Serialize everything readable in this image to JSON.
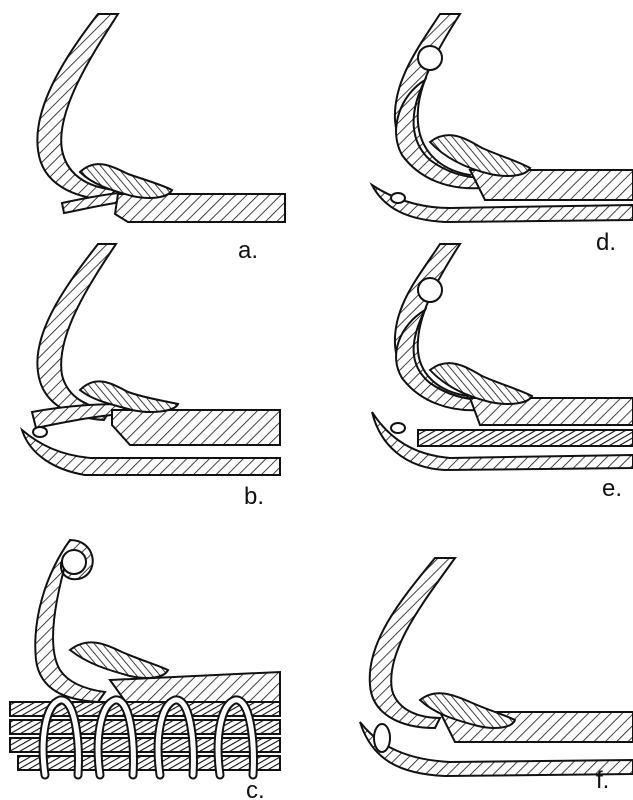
{
  "figure": {
    "panels": [
      {
        "id": "a",
        "label": "a."
      },
      {
        "id": "b",
        "label": "b."
      },
      {
        "id": "c",
        "label": "c."
      },
      {
        "id": "d",
        "label": "d."
      },
      {
        "id": "e",
        "label": "e."
      },
      {
        "id": "f",
        "label": "f."
      }
    ]
  }
}
